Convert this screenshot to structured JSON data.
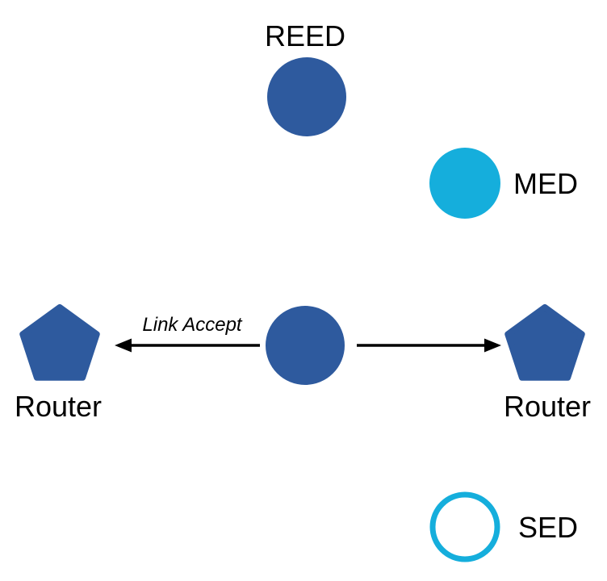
{
  "canvas": {
    "background": "#ffffff"
  },
  "colors": {
    "primary_blue": "#2e5a9e",
    "accent_cyan": "#15aedc",
    "arrow_black": "#000000",
    "label_black": "#000000"
  },
  "nodes": {
    "reed": {
      "label": "REED",
      "shape": "filled-circle",
      "color": "#2e5a9e"
    },
    "med": {
      "label": "MED",
      "shape": "filled-circle",
      "color": "#15aedc"
    },
    "center_device": {
      "label": "",
      "shape": "filled-circle",
      "color": "#2e5a9e"
    },
    "router_left": {
      "label": "Router",
      "shape": "pentagon",
      "color": "#2e5a9e"
    },
    "router_right": {
      "label": "Router",
      "shape": "pentagon",
      "color": "#2e5a9e"
    },
    "sed": {
      "label": "SED",
      "shape": "outlined-circle",
      "color": "#15aedc"
    }
  },
  "edges": {
    "left_arrow": {
      "label": "Link Accept",
      "direction": "left"
    },
    "right_arrow": {
      "label": "",
      "direction": "right"
    }
  }
}
